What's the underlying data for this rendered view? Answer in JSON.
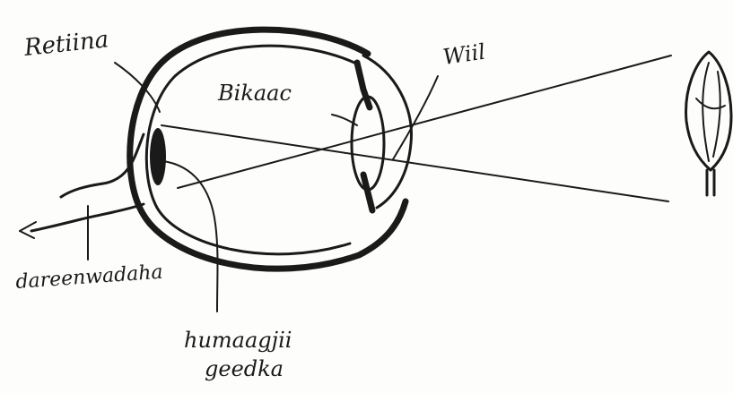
{
  "labels": {
    "retina": "Retiina",
    "lens": "Bikaac",
    "pupil": "Wiil",
    "optic_nerve": "dareenwadaha",
    "blind_spot_line1": "humaagjii",
    "blind_spot_line2": "geedka"
  },
  "colors": {
    "ink": "#1a1a1a",
    "paper": "#fdfdfc"
  }
}
